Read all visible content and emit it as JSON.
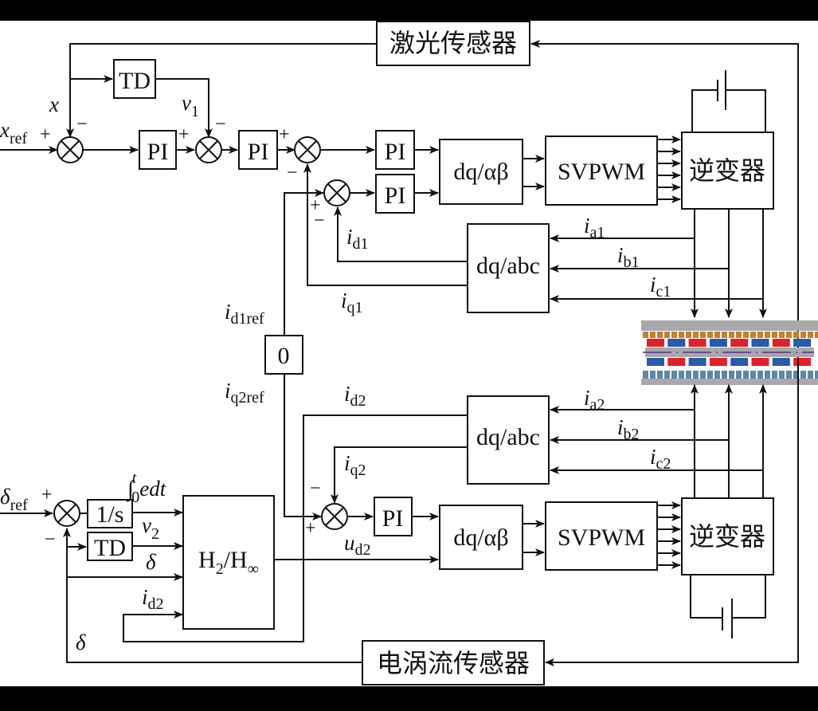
{
  "diagram": {
    "title": "Dual-loop magnetic levitation control block diagram",
    "colors": {
      "background": "#ffffff",
      "frame_bar": "#000000",
      "line": "#111111",
      "stator_gray": "#a8a8aa",
      "coil_orange": "#c87e2a",
      "magnet_red": "#e0202a",
      "magnet_blue": "#2a5aa8",
      "lower_teeth": "#5a88a8",
      "axis_purple": "#5a2a8a"
    },
    "sensors": {
      "laser": "激光传感器",
      "eddy": "电涡流传感器"
    },
    "top_loop": {
      "input": "x",
      "input_sub": "ref",
      "feedback": "x",
      "td_block": "TD",
      "td_output": "v",
      "td_output_sub": "1",
      "pi_labels": [
        "PI",
        "PI",
        "PI",
        "PI"
      ],
      "transform_block": "dq/αβ",
      "svpwm_block": "SVPWM",
      "inverter_block": "逆变器",
      "feedback_transform": "dq/abc",
      "currents": [
        {
          "var": "i",
          "sub": "a1"
        },
        {
          "var": "i",
          "sub": "b1"
        },
        {
          "var": "i",
          "sub": "c1"
        }
      ],
      "id": {
        "var": "i",
        "sub": "d1"
      },
      "iq": {
        "var": "i",
        "sub": "q1"
      },
      "id_ref": {
        "var": "i",
        "sub": "d1ref"
      }
    },
    "zero_block": "0",
    "bottom_loop": {
      "input": "δ",
      "input_sub": "ref",
      "integrator_block": "1/s",
      "integral_label_prefix": "∫",
      "integral_upper": "t",
      "integral_lower": "0",
      "integral_body": "edt",
      "td_block": "TD",
      "td_output": "v",
      "td_output_sub": "2",
      "delta_label": "δ",
      "controller_block_main": "H",
      "controller_sub1": "2",
      "controller_sep": "/H",
      "controller_sub2": "∞",
      "pi_label": "PI",
      "transform_block": "dq/αβ",
      "svpwm_block": "SVPWM",
      "inverter_block": "逆变器",
      "feedback_transform": "dq/abc",
      "currents": [
        {
          "var": "i",
          "sub": "a2"
        },
        {
          "var": "i",
          "sub": "b2"
        },
        {
          "var": "i",
          "sub": "c2"
        }
      ],
      "id": {
        "var": "i",
        "sub": "d2"
      },
      "id_ctrl": {
        "var": "i",
        "sub": "d2"
      },
      "iq": {
        "var": "i",
        "sub": "q2"
      },
      "iq_ref": {
        "var": "i",
        "sub": "q2ref"
      },
      "ud": {
        "var": "u",
        "sub": "d2"
      },
      "feedback": "δ"
    },
    "signs": {
      "plus": "+",
      "minus": "−"
    }
  }
}
